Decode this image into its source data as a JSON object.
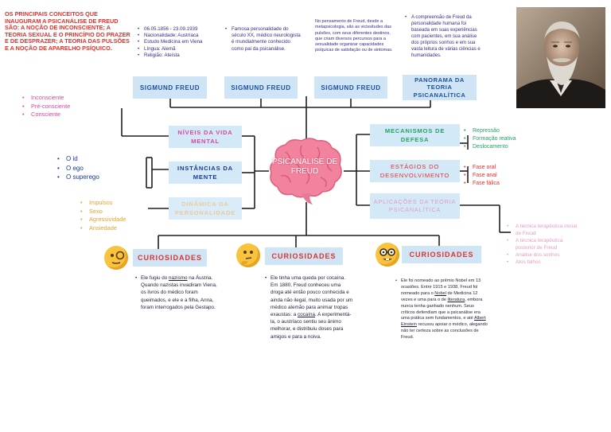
{
  "title": "OS PRINCIPAIS CONCEITOS QUE INAUGURAM A PSICANÁLISE DE FREUD SÃO: A NOÇÃO DE INCONSCIENTE; A TEORIA SEXUAL E O PRINCÍPIO DO PRAZER E DE DESPRAZER; A TEORIA DAS PULSÕES E A NOÇÃO DE APARELHO PSÍQUICO.",
  "central": "PSICANÁLISE DE FREUD",
  "top": [
    {
      "label": "SIGMUND FREUD",
      "bullets": [
        "06.05.1856 - 23.09.1939",
        "Nacionalidade: Austríaca",
        "Estudo Medicina em Viena",
        "Língua: Alemã",
        "Religião: Ateísta"
      ]
    },
    {
      "label": "SIGMUND FREUD",
      "bullets": [
        "Famosa personalidade do século XX, médico neurologista é mundialmente conhecido como pai da psicanálise."
      ]
    },
    {
      "label": "SIGMUND FREUD",
      "bullets": [
        "No pensamento de Freud, desde a metapsicologia, são as vicissitudes das pulsões, com seus diferentes destinos, que criam diversos percursos para a sexualidade organizar capacidades psíquicas de satisfação ou de sintomas."
      ]
    },
    {
      "label": "PANORAMA DA TEORIA PSICANALÍTICA",
      "bullets": [
        "A compreensão de Freud da personalidade humana foi baseada em suas experiências com pacientes, em sua análise dos próprios sonhos e em sua vasta leitura de várias ciências e humanidades."
      ]
    }
  ],
  "left": [
    {
      "label": "NÍVEIS DA VIDA MENTAL",
      "items": [
        "Inconsciente",
        "Pré-consciente",
        "Consciente"
      ]
    },
    {
      "label": "INSTÂNCIAS DA MENTE",
      "items": [
        "O id",
        "O ego",
        "O superego"
      ]
    },
    {
      "label": "DINÂMICA DA PERSONALIDADE",
      "items": [
        "Impulsos",
        "Sexo",
        "Agressividade",
        "Ansiedade"
      ]
    }
  ],
  "right": [
    {
      "label": "MECANISMOS DE DEFESA",
      "items": [
        "Repressão",
        "Formação reativa",
        "Deslocamento"
      ]
    },
    {
      "label": "ESTÁGIOS DO DESENVOLVIMENTO",
      "items": [
        "Fase oral",
        "Fase anal",
        "Fase fálica"
      ]
    },
    {
      "label": "APLICAÇÕES DA TEORIA PSICANALÍTICA",
      "items": [
        "A técnica terapêutica inicial de Freud",
        "A técnica terapêutica posterior de Freud",
        "Análise dos sonhos",
        "Atos falhos"
      ]
    }
  ],
  "curiosidades": {
    "label": "CURIOSIDADES",
    "c1": {
      "a": "Ele fugiu do ",
      "u": "nazismo",
      "b": " na Áustria. Quando nazistas invadiram Viena, os livros do médico foram queimados, e ele e a filha, Anna, foram interrogados pela Gestapo."
    },
    "c2": {
      "a": "Ele tinha uma queda por cocaína. Em 1880, Freud conheceu uma droga até então pouco conhecida e ainda não ilegal, muito usada por um médico alemão para animar tropas exaustas: a ",
      "u": "cocaína",
      "b": ". A experimentá-la, o austríaco sentiu seu ânimo melhorar, e distribuiu doses para amigos e para a noiva."
    },
    "c3": {
      "a": "Ele foi nomeado ao prêmio Nobel em 13 ocasiões. Entre 1915 e 1938, Freud foi nomeado para o ",
      "u1": "Nobel",
      "b": " de Medicina 12 vezes e uma para o de ",
      "u2": "literatura",
      "c": ", embora nunca tenha ganhado nenhum. Seus críticos defendiam que a psicanálise era uma prática sem fundamentos, e até ",
      "u3": "Albert Einstein",
      "d": " recusou apoiar o médico, alegando não ter certeza sobre as conclusões de Freud."
    }
  },
  "colors": {
    "title": "#e0312b",
    "box": "#cfe5f5",
    "headers": "#1f4ea3",
    "pink": "#d8479b",
    "navy": "#1b3a8f",
    "orange": "#e8a22c",
    "green": "#23a364",
    "red": "#e0312b",
    "faded_pink": "#e79ac2"
  }
}
